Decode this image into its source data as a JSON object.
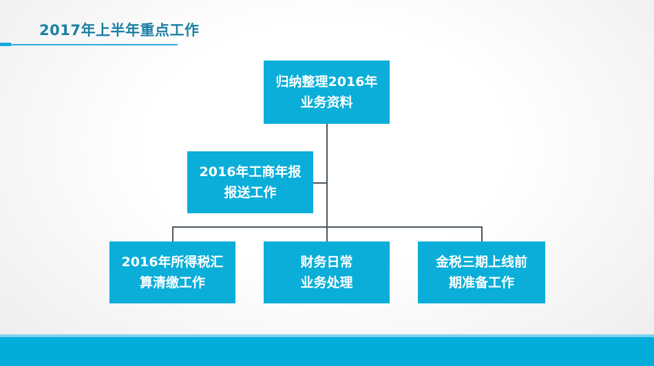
{
  "title": "2017年上半年重点工作",
  "nodes": {
    "root": "归纳整理2016年\n业务资料",
    "side": "2016年工商年报\n报送工作",
    "child1": "2016年所得税汇\n算清缴工作",
    "child2": "财务日常\n业务处理",
    "child3": "金税三期上线前\n期准备工作"
  },
  "colors": {
    "box": "#0aaed8",
    "title": "#1a7fa3",
    "band": "#03addb"
  }
}
